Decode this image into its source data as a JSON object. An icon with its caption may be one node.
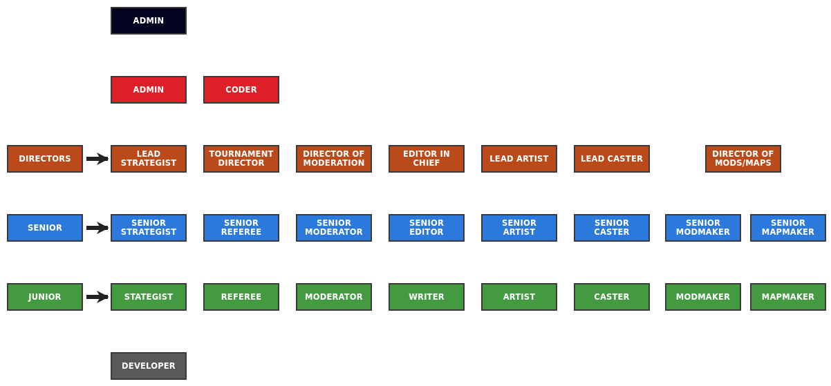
{
  "diagram": {
    "nodes": [
      {
        "text": [
          "ADMIN"
        ]
      },
      {
        "text": [
          "ADMIN"
        ]
      },
      {
        "text": [
          "CODER"
        ]
      },
      {
        "text": [
          "DIRECTORS"
        ]
      },
      {
        "text": [
          "LEAD STRATEGIST"
        ]
      },
      {
        "text": [
          "TOURNAMENT DIRECTOR"
        ]
      },
      {
        "text": [
          "DIRECTOR OF MODERATION"
        ]
      },
      {
        "text": [
          "EDITOR IN CHIEF"
        ]
      },
      {
        "text": [
          "LEAD ARTIST"
        ]
      },
      {
        "text": [
          "LEAD CASTER"
        ]
      },
      {
        "text": [
          "DIRECTOR OF MODS/MAPS"
        ]
      },
      {
        "text": [
          "SENIOR"
        ]
      },
      {
        "text": [
          "SENIOR STRATEGIST"
        ]
      },
      {
        "text": [
          "SENIOR REFEREE"
        ]
      },
      {
        "text": [
          "SENIOR MODERATOR"
        ]
      },
      {
        "text": [
          "SENIOR EDITOR"
        ]
      },
      {
        "text": [
          "SENIOR ARTIST"
        ]
      },
      {
        "text": [
          "SENIOR CASTER"
        ]
      },
      {
        "text": [
          "SENIOR MODMAKER"
        ]
      },
      {
        "text": [
          "SENIOR MAPMAKER"
        ]
      },
      {
        "text": [
          "JUNIOR"
        ]
      },
      {
        "text": [
          "STATEGIST"
        ]
      },
      {
        "text": [
          "REFEREE"
        ]
      },
      {
        "text": [
          "MODERATOR"
        ]
      },
      {
        "text": [
          "WRITER"
        ]
      },
      {
        "text": [
          "ARTIST"
        ]
      },
      {
        "text": [
          "CASTER"
        ]
      },
      {
        "text": [
          "MODMAKER"
        ]
      },
      {
        "text": [
          "MAPMAKER"
        ]
      },
      {
        "text": [
          "DEVELOPER"
        ]
      }
    ],
    "edges": [
      {
        "from": 3,
        "to": 4,
        "arrow": "to"
      },
      {
        "from": 11,
        "to": 12,
        "arrow": "to"
      },
      {
        "from": 20,
        "to": 21,
        "arrow": "to"
      }
    ]
  }
}
